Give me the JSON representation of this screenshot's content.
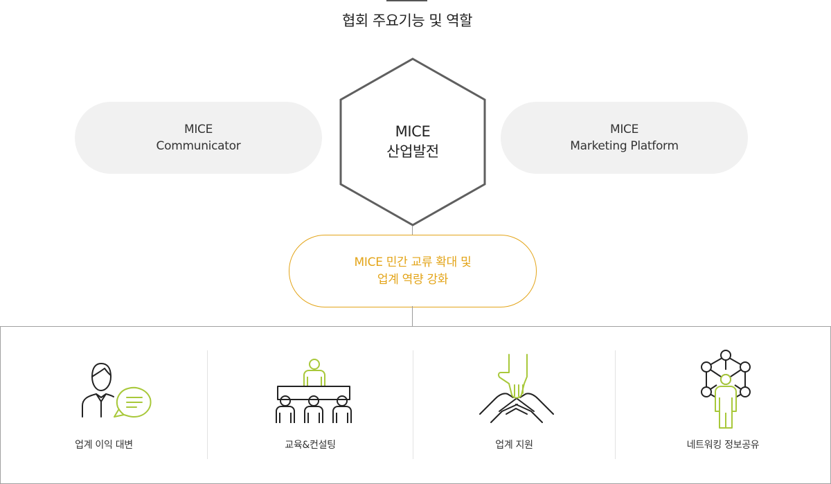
{
  "title": "협회 주요기능 및 역할",
  "center": {
    "line1": "MICE",
    "line2": "산업발전"
  },
  "left_pill": {
    "line1": "MICE",
    "line2": "Communicator"
  },
  "right_pill": {
    "line1": "MICE",
    "line2": "Marketing Platform"
  },
  "goal": {
    "line1": "MICE 민간 교류 확대 및",
    "line2": "업계 역량 강화"
  },
  "functions": [
    {
      "label": "업계 이익 대변",
      "icon": "advocacy-icon"
    },
    {
      "label": "교육&컨설팅",
      "icon": "training-icon"
    },
    {
      "label": "업계 지원",
      "icon": "support-hands-icon"
    },
    {
      "label": "네트워킹 정보공유",
      "icon": "network-icon"
    }
  ],
  "colors": {
    "accent_green": "#a8c83a",
    "accent_gold": "#e3a418",
    "line_dark": "#222222",
    "pill_bg": "#f1f1f1",
    "hex_stroke": "#5f5f5f"
  }
}
